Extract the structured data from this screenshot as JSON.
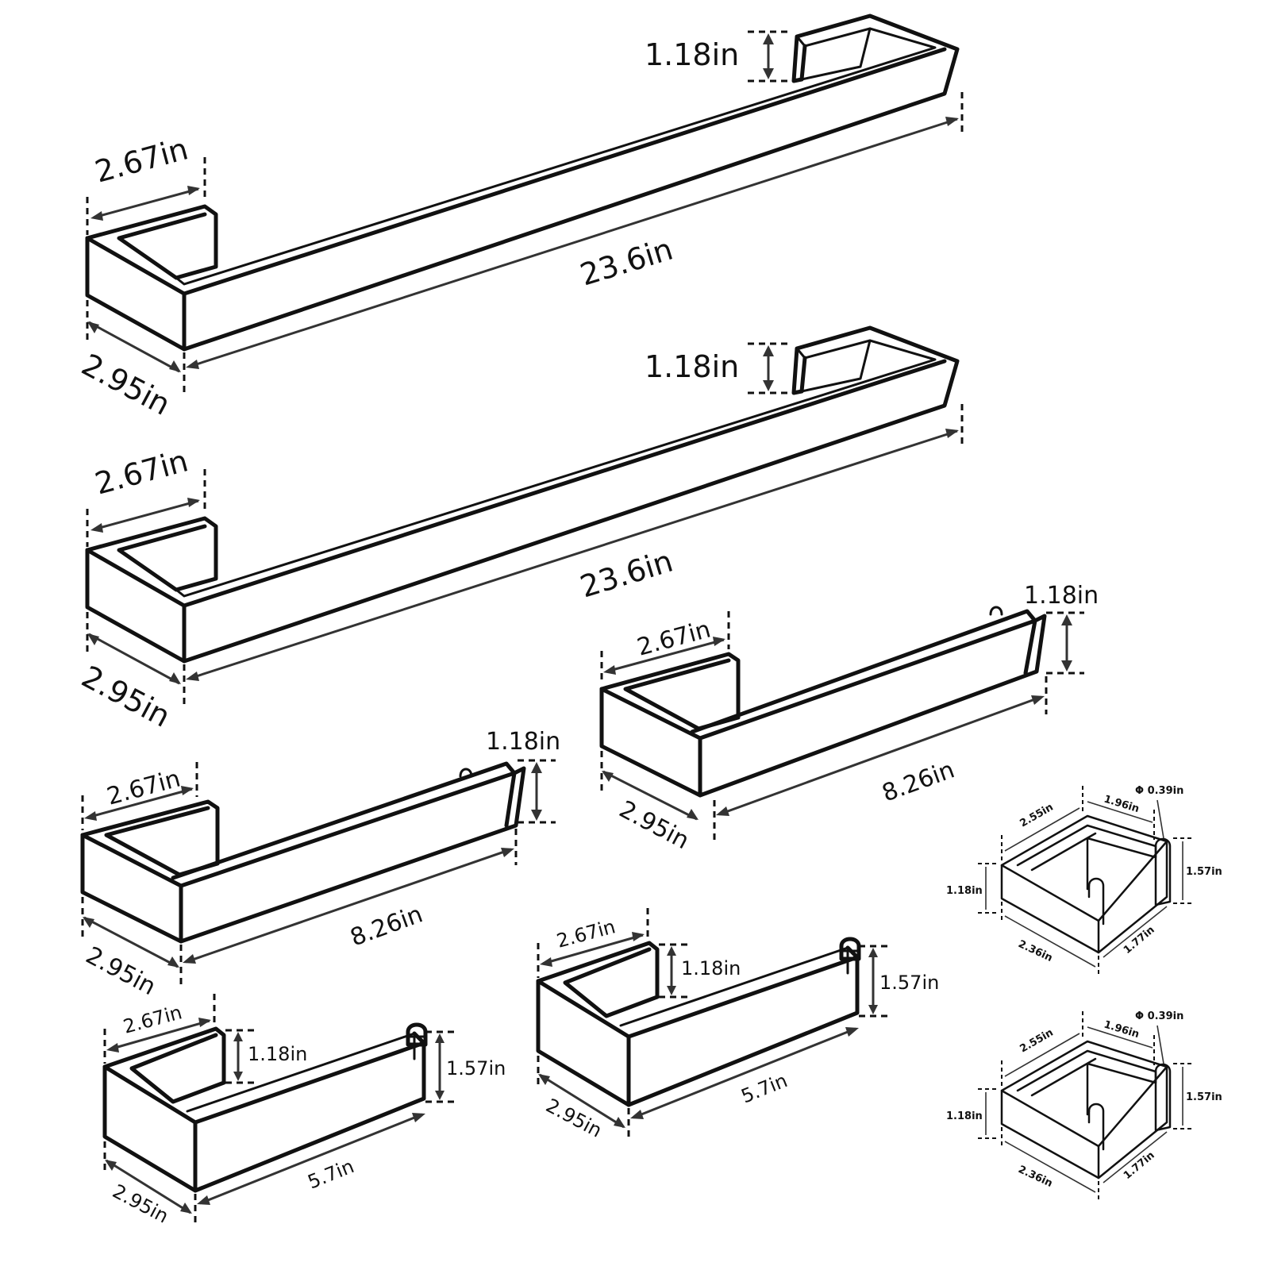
{
  "towel_bar_1": {
    "post_height": "1.18in",
    "post_width": "2.67in",
    "length": "23.6in",
    "depth": "2.95in"
  },
  "towel_bar_2": {
    "post_height": "1.18in",
    "post_width": "2.67in",
    "length": "23.6in",
    "depth": "2.95in"
  },
  "hand_towel_bar_right": {
    "width": "2.67in",
    "height": "1.18in",
    "length": "8.26in",
    "depth": "2.95in"
  },
  "hand_towel_bar_left": {
    "width": "2.67in",
    "height": "1.18in",
    "length": "8.26in",
    "depth": "2.95in"
  },
  "paper_holder_left": {
    "width": "2.67in",
    "base_height": "1.18in",
    "hook_height": "1.57in",
    "length": "5.7in",
    "depth": "2.95in"
  },
  "paper_holder_right": {
    "width": "2.67in",
    "base_height": "1.18in",
    "hook_height": "1.57in",
    "length": "5.7in",
    "depth": "2.95in"
  },
  "robe_hook_top": {
    "top_width": "2.55in",
    "top_depth": "1.96in",
    "diameter": "Φ 0.39in",
    "height": "1.57in",
    "base_height": "1.18in",
    "base_width": "2.36in",
    "base_depth": "1.77in"
  },
  "robe_hook_bottom": {
    "top_width": "2.55in",
    "top_depth": "1.96in",
    "diameter": "Φ 0.39in",
    "height": "1.57in",
    "base_height": "1.18in",
    "base_width": "2.36in",
    "base_depth": "1.77in"
  }
}
